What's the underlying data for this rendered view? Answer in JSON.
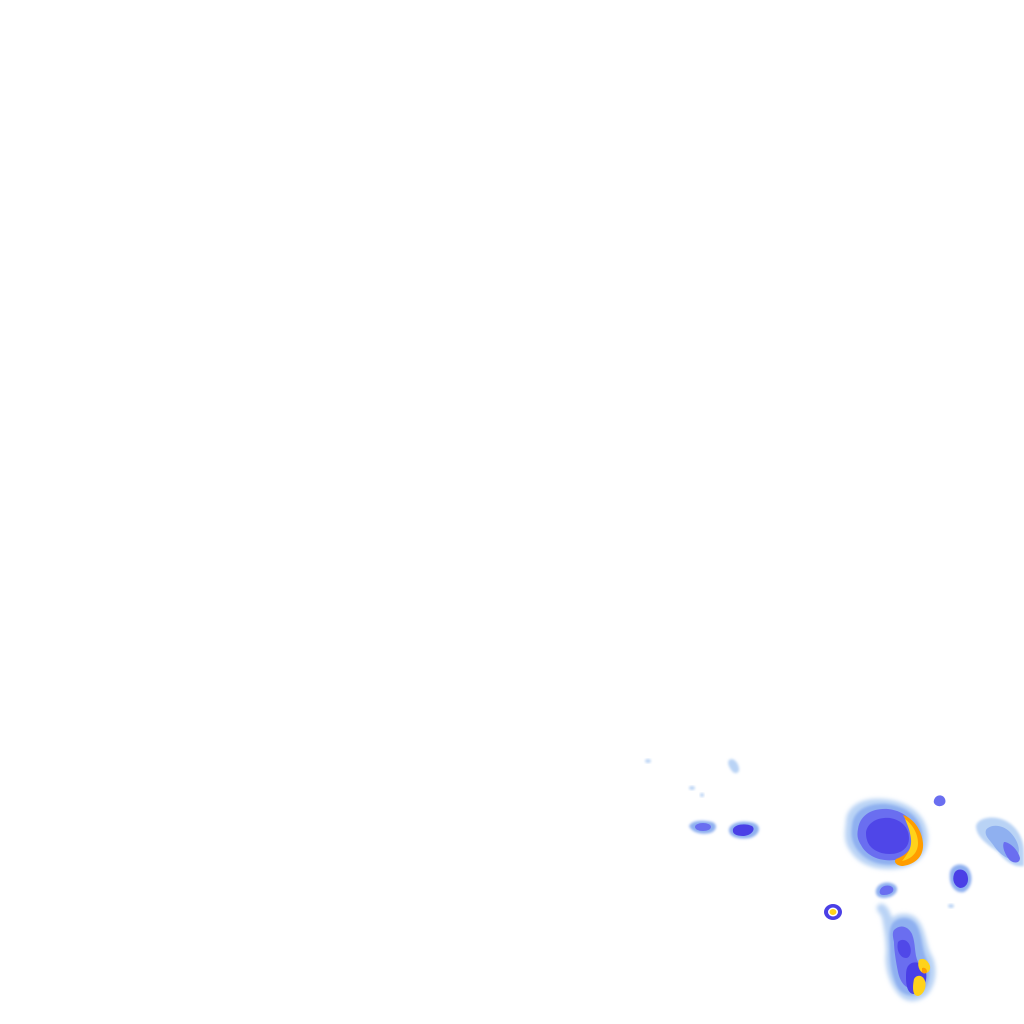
{
  "layer": {
    "kind": "weather-radar-reflectivity-overlay",
    "background": "transparent",
    "palette": {
      "light": "#b9d3f5",
      "medium_light": "#8fb0f0",
      "medium": "#6a6ef0",
      "strong": "#4a3fe6",
      "heavy_yellow": "#ffd21a",
      "heavy_orange": "#ff9d00",
      "core_dark": "#1c0fd0"
    },
    "echo_count": 12,
    "echo_labels": [
      "echo-speck-far-west",
      "echo-speck-north",
      "echo-speck-small",
      "echo-blob-west-a",
      "echo-blob-west-b",
      "storm-cell-main",
      "echo-small-north-east",
      "echo-cluster-east-edge",
      "echo-blob-east",
      "echo-small-center",
      "echo-core-ring",
      "storm-cell-south"
    ]
  }
}
